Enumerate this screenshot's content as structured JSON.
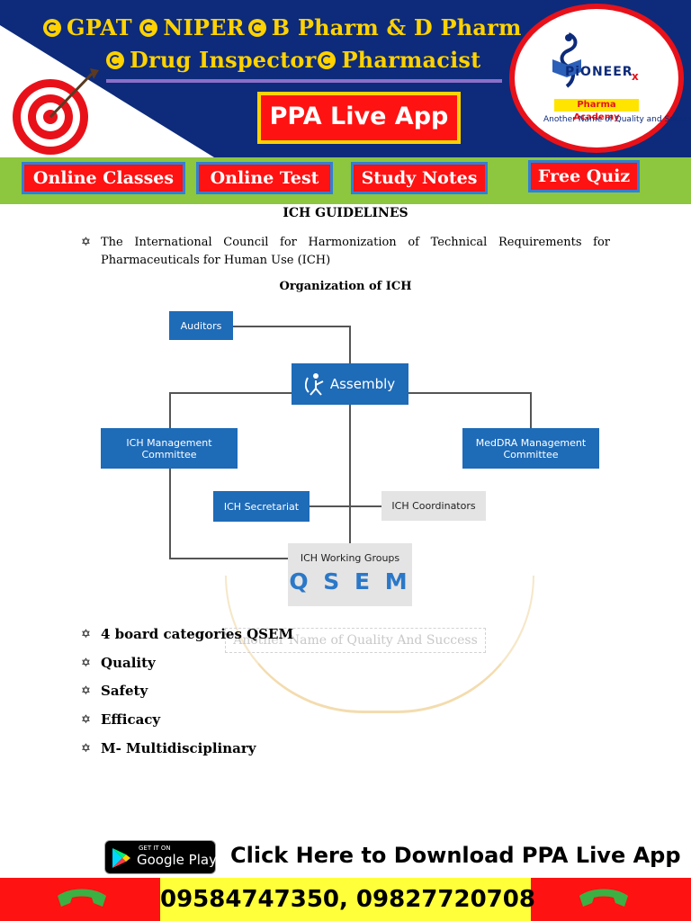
{
  "header": {
    "line1": [
      "GPAT",
      "NIPER",
      "B Pharm & D Pharm"
    ],
    "line2": [
      "Drug Inspector",
      "Pharmacist"
    ],
    "app_button": "PPA Live App",
    "logo": {
      "name": "PiONEER",
      "rx": "x",
      "academy": "Pharma Academy",
      "tagline": "Another Name of Quality and Success"
    }
  },
  "nav": {
    "items": [
      "Online Classes",
      "Online Test",
      "Study Notes",
      "Free Quiz"
    ]
  },
  "content": {
    "title": "ICH GUIDELINES",
    "intro": "The International Council for Harmonization of Technical Requirements for Pharmaceuticals for Human Use (ICH)",
    "org_title": "Organization of ICH",
    "chart": {
      "auditors": "Auditors",
      "assembly": "Assembly",
      "mgmt": "ICH Management Committee",
      "meddra": "MedDRA Management Committee",
      "secretariat": "ICH Secretariat",
      "coordinators": "ICH Coordinators",
      "working_groups": "ICH Working Groups",
      "qsem": "Q S E M"
    },
    "watermark": "Another Name of Quality And Success",
    "list": [
      "4 board categories QSEM",
      "Quality",
      "Safety",
      "Efficacy",
      "M- Multidisciplinary"
    ]
  },
  "footer": {
    "store_small": "GET IT ON",
    "store_big": "Google Play",
    "download": "Click Here to Download PPA Live App",
    "phones": "09584747350, 09827720708"
  },
  "colors": {
    "navy": "#0d2b7a",
    "yellow": "#ffd200",
    "red": "#ff1212",
    "green": "#8dc63f",
    "chart_blue": "#1e6bb8"
  }
}
